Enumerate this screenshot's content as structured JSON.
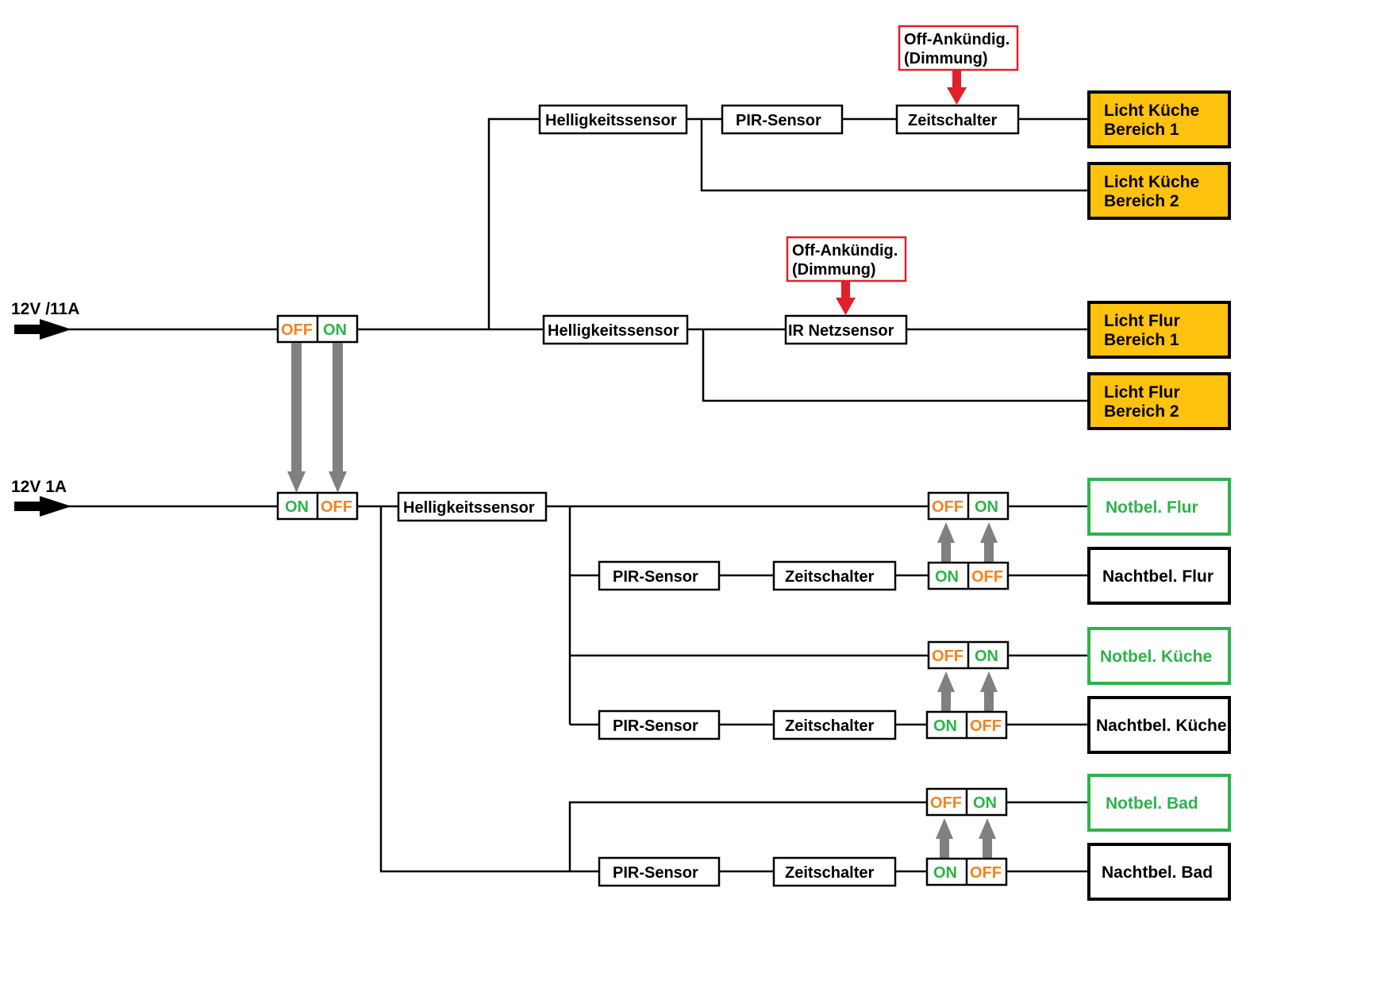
{
  "inputs": {
    "main": "12V /11A",
    "aux": "12V 1A"
  },
  "switch": {
    "on": "ON",
    "off": "OFF"
  },
  "blocks": {
    "helligkeit": "Helligkeitssensor",
    "pir": "PIR-Sensor",
    "zeit": "Zeitschalter",
    "ir": "IR Netzsensor"
  },
  "notes": {
    "line1": "Off-Ankündig.",
    "line2": "(Dimmung)"
  },
  "lamps": {
    "kueche1": [
      "Licht  Küche",
      "Bereich 1"
    ],
    "kueche2": [
      "Licht  Küche",
      "Bereich 2"
    ],
    "flur1": [
      "Licht  Flur",
      "Bereich 1"
    ],
    "flur2": [
      "Licht  Flur",
      "Bereich 2"
    ]
  },
  "emergency": {
    "flur": "Notbel. Flur",
    "kueche": "Notbel.  Küche",
    "bad": "Notbel.  Bad"
  },
  "night": {
    "flur": "Nachtbel. Flur",
    "kueche": "Nachtbel. Küche",
    "bad": "Nachtbel.  Bad"
  },
  "colors": {
    "lamp_fill": "#FFC20E",
    "on_green": "#2DB34A",
    "off_orange": "#F58220",
    "note_red": "#E0202B",
    "arrow_gray": "#808080"
  }
}
